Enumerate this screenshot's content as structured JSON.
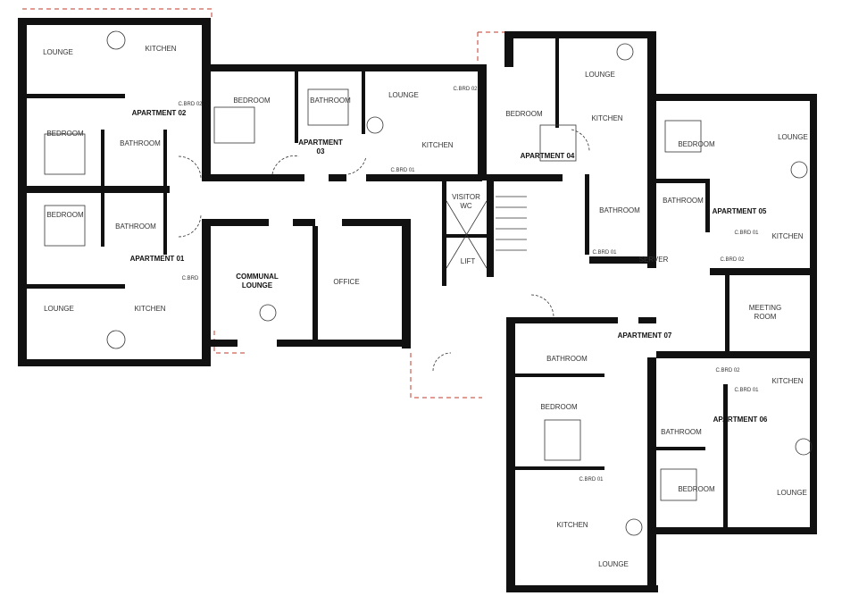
{
  "colors": {
    "wall": "#111111",
    "boundary": "#c0392b",
    "line": "#333333"
  },
  "rooms": {
    "apt02": {
      "name": "APARTMENT 02",
      "lounge": "LOUNGE",
      "kitchen": "KITCHEN",
      "bedroom": "BEDROOM",
      "bathroom": "BATHROOM",
      "cbrd": "C.BRD 02"
    },
    "apt01": {
      "name": "APARTMENT 01",
      "lounge": "LOUNGE",
      "kitchen": "KITCHEN",
      "bedroom": "BEDROOM",
      "bathroom": "BATHROOM",
      "cbrd": "C.BRD"
    },
    "apt03": {
      "name": "APARTMENT 03",
      "lounge": "LOUNGE",
      "kitchen": "KITCHEN",
      "bedroom": "BEDROOM",
      "bathroom": "BATHROOM",
      "cbrd1": "C.BRD 01",
      "cbrd2": "C.BRD 02"
    },
    "apt04": {
      "name": "APARTMENT 04",
      "lounge": "LOUNGE",
      "kitchen": "KITCHEN",
      "bedroom": "BEDROOM",
      "bathroom": "BATHROOM",
      "cbrd": "C.BRD 01"
    },
    "apt05": {
      "name": "APARTMENT 05",
      "lounge": "LOUNGE",
      "kitchen": "KITCHEN",
      "bedroom": "BEDROOM",
      "bathroom": "BATHROOM",
      "cbrd1": "C.BRD 01",
      "cbrd2": "C.BRD 02"
    },
    "apt06": {
      "name": "APARTMENT 06",
      "lounge": "LOUNGE",
      "kitchen": "KITCHEN",
      "bedroom": "BEDROOM",
      "bathroom": "BATHROOM",
      "cbrd1": "C.BRD 01",
      "cbrd2": "C.BRD 02"
    },
    "apt07": {
      "name": "APARTMENT 07",
      "lounge": "LOUNGE",
      "kitchen": "KITCHEN",
      "bedroom": "BEDROOM",
      "bathroom": "BATHROOM",
      "cbrd": "C.BRD 01"
    },
    "communal": {
      "communal_lounge": "COMMUNAL LOUNGE",
      "office": "OFFICE",
      "visitor_wc": "VISITOR WC",
      "lift": "LIFT",
      "server": "SERVER",
      "meeting_room": "MEETING ROOM"
    }
  }
}
